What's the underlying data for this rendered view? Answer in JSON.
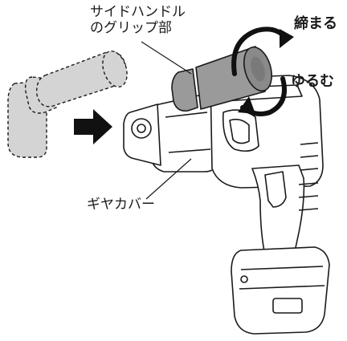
{
  "labels": {
    "side_handle_grip_line1": "サイドハンドル",
    "side_handle_grip_line2": "のグリップ部",
    "tighten": "締まる",
    "loosen": "ゆるむ",
    "gear_cover": "ギヤカバー"
  },
  "colors": {
    "outline": "#1a1a1a",
    "handle_fill": "#9a9a9a",
    "ghost_fill": "#d4d4d4",
    "body_fill": "#ffffff"
  },
  "icons": {
    "insert_arrow": "arrow-right-icon",
    "rotate_arrows": "rotate-arrows-icon"
  }
}
